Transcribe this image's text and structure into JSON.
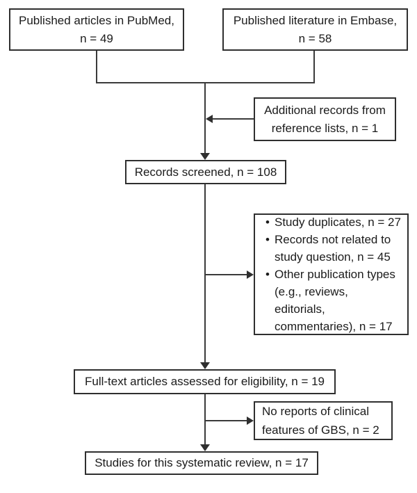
{
  "figure": {
    "background_color": "#ffffff",
    "line_color": "#3a3a3a",
    "border_color": "#2f2f2f",
    "text_color": "#1b1b1b"
  },
  "boxes": {
    "pubmed": "Published articles in PubMed,\nn = 49",
    "embase": "Published literature in Embase,\nn = 58",
    "additional": "Additional records from\nreference lists, n = 1",
    "screened": "Records screened, n = 108",
    "fulltext": "Full-text articles assessed for eligibility, n = 19",
    "no_reports": "No reports of clinical\nfeatures of GBS, n = 2",
    "included": "Studies for this systematic review, n = 17"
  },
  "exclusions": {
    "items": [
      "Study duplicates, n = 27",
      "Records not related to\nstudy question, n = 45",
      "Other publication types\n(e.g., reviews, editorials,\ncommentaries), n = 17"
    ]
  }
}
